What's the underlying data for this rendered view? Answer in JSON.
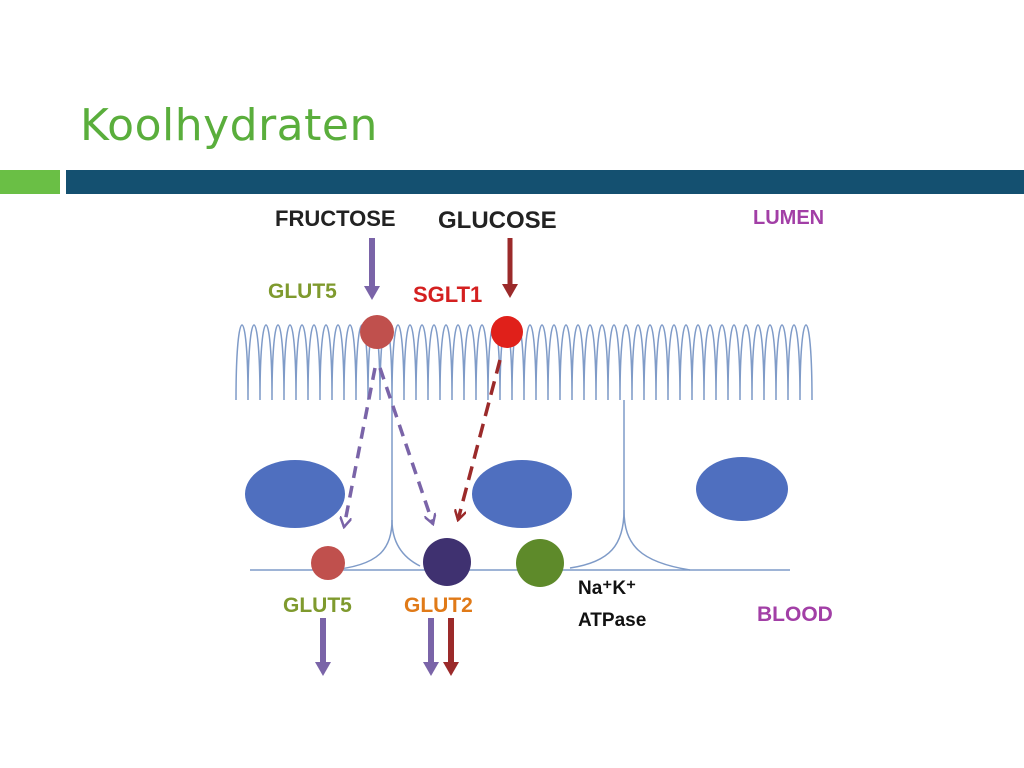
{
  "slide": {
    "title": "Koolhydraten"
  },
  "diagram": {
    "labels": {
      "fructose": "FRUCTOSE",
      "glucose": "GLUCOSE",
      "lumen": "LUMEN",
      "blood": "BLOOD",
      "glut5_top": "GLUT5",
      "sglt1": "SGLT1",
      "glut5_bottom": "GLUT5",
      "glut2": "GLUT2",
      "atpase_line1": "Na⁺K⁺",
      "atpase_line2": "ATPase"
    },
    "colors": {
      "title_green": "#5aae3c",
      "bar_green": "#6abf45",
      "bar_blue": "#145070",
      "membrane": "#7f9bc8",
      "nucleus": "#4f6fbf",
      "glut5_transporter": "#c0504d",
      "sglt1_transporter": "#e0201a",
      "glut2_transporter": "#3f3170",
      "atpase_transporter": "#5e8a2a",
      "fructose_arrow": "#7a64a8",
      "glucose_arrow": "#9b2a2a",
      "glut5_label": "#7f9a2e",
      "sglt1_label": "#d42020",
      "glut2_label": "#e07a18",
      "lumen_blood_label": "#a23fa6"
    }
  }
}
